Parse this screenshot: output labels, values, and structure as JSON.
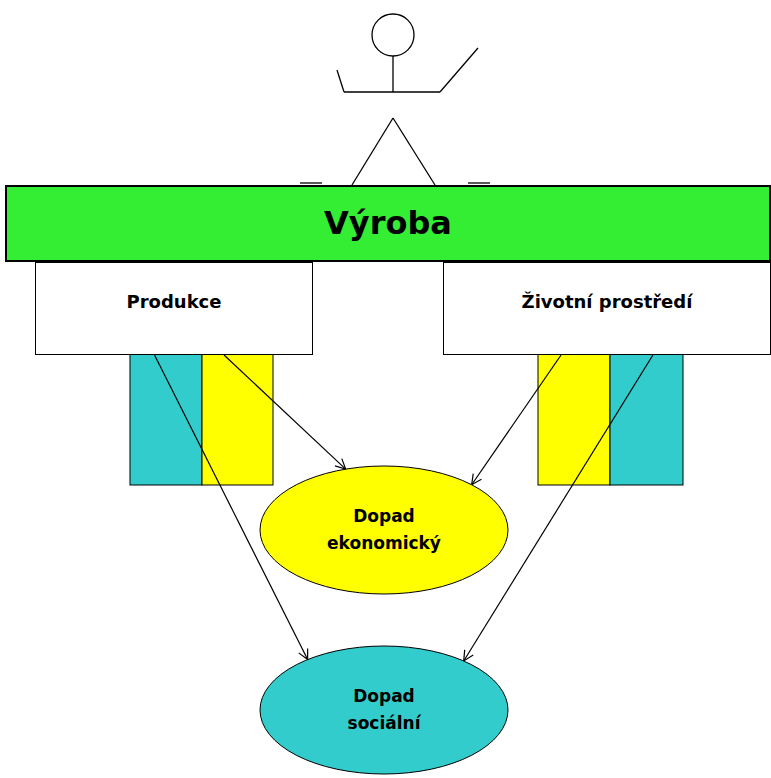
{
  "diagram": {
    "nodes": [
      {
        "text": [
          "Výroba"
        ]
      },
      {
        "text": [
          "Produkce"
        ]
      },
      {
        "text": [
          "Životní prostředí"
        ]
      },
      {
        "text": [
          "Dopad ekonomický"
        ]
      },
      {
        "text": [
          "Dopad sociální"
        ]
      }
    ],
    "edges": [
      {
        "from": 1,
        "to": 3,
        "arrow": "to"
      },
      {
        "from": 2,
        "to": 3,
        "arrow": "to"
      },
      {
        "from": 1,
        "to": 4,
        "arrow": "to"
      },
      {
        "from": 2,
        "to": 4,
        "arrow": "to"
      }
    ]
  }
}
